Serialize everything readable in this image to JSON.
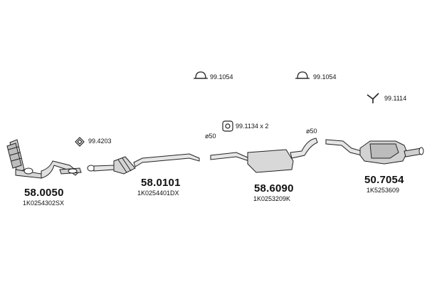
{
  "parts": [
    {
      "code": "58.0050",
      "oem": "1K0254302SX"
    },
    {
      "code": "58.0101",
      "oem": "1K0254401DX"
    },
    {
      "code": "58.6090",
      "oem": "1K0253209K"
    },
    {
      "code": "50.7054",
      "oem": "1K5253609"
    }
  ],
  "accessories": [
    {
      "code": "99.1054",
      "icon": "clamp-icon"
    },
    {
      "code": "99.1054",
      "icon": "clamp-icon"
    },
    {
      "code": "99.1114",
      "icon": "hanger-bracket-icon"
    },
    {
      "code": "99.4203",
      "icon": "gasket-icon"
    },
    {
      "code": "99.1134 x 2",
      "icon": "rubber-mount-icon"
    }
  ],
  "diameters": [
    "ø50",
    "ø50"
  ]
}
